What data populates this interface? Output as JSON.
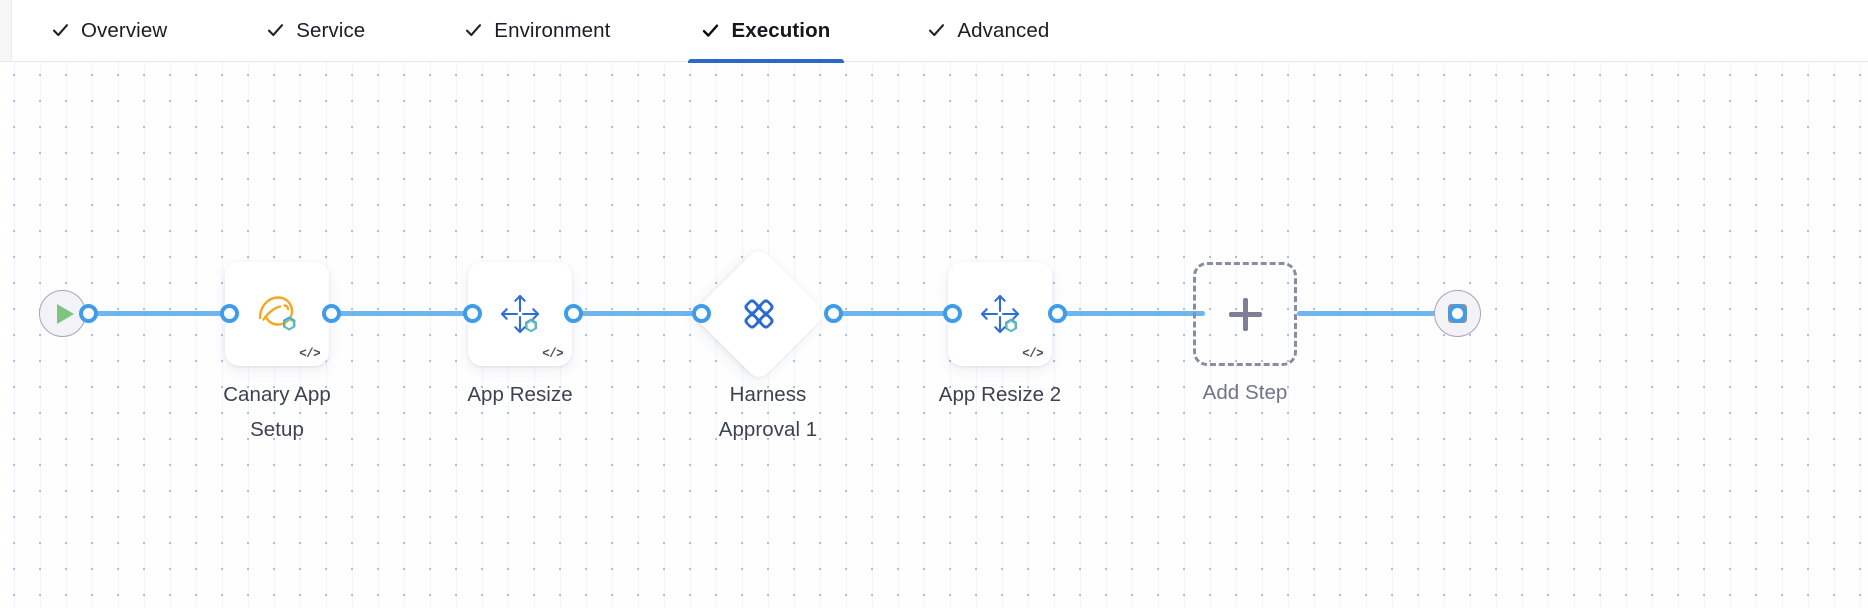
{
  "tabs": [
    {
      "label": "Overview",
      "icon": "check-icon",
      "active": false,
      "complete": true
    },
    {
      "label": "Service",
      "icon": "check-icon",
      "active": false,
      "complete": true
    },
    {
      "label": "Environment",
      "icon": "check-icon",
      "active": false,
      "complete": true
    },
    {
      "label": "Execution",
      "icon": "check-icon",
      "active": true,
      "complete": true
    },
    {
      "label": "Advanced",
      "icon": "check-icon",
      "active": false,
      "complete": true
    }
  ],
  "canvas": {
    "start_node": {
      "icon": "play-icon",
      "name": "pipeline-start"
    },
    "end_node": {
      "icon": "stop-icon",
      "name": "pipeline-end"
    },
    "steps": [
      {
        "label": "Canary App\nSetup",
        "icon": "tanzu-bird-icon",
        "badge": "code-icon",
        "shape": "card"
      },
      {
        "label": "App Resize",
        "icon": "resize-arrows-icon",
        "badge": "code-icon",
        "shape": "card"
      },
      {
        "label": "Harness\nApproval 1",
        "icon": "harness-logo-icon",
        "badge": "",
        "shape": "diamond"
      },
      {
        "label": "App Resize 2",
        "icon": "resize-arrows-icon",
        "badge": "code-icon",
        "shape": "card"
      },
      {
        "label": "Add Step",
        "icon": "plus-icon",
        "badge": "",
        "shape": "dashed"
      }
    ]
  },
  "colors": {
    "accent_blue": "#2b68c8",
    "edge_blue": "#6fb6ef",
    "port_blue": "#3e9ce8",
    "harness_blue": "#2b6ad0",
    "tanzu_orange": "#f5a623",
    "play_green": "#7cc47f",
    "stop_gray": "#918ea6",
    "dashed_gray": "#8d8aa3",
    "label_gray": "#3d4250"
  }
}
